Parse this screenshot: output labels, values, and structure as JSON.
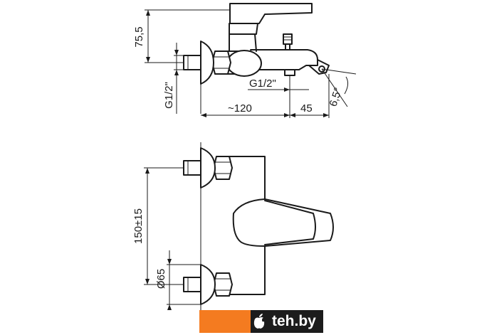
{
  "drawing": {
    "dimensions": {
      "top_height": "75,5",
      "thread_side": "G1/2\"",
      "thread_bottom": "G1/2\"",
      "length_body": "~120",
      "length_spout": "45",
      "spout_angle": "6,5°",
      "centers": "150±15",
      "flange": "Ø65"
    }
  },
  "watermark": {
    "brand": "teh",
    "tld": ".by",
    "accent_color": "#f47b20",
    "logo_icon": "apple-bite-logo-icon"
  },
  "colors": {
    "line": "#1a1a1a",
    "background": "#ffffff"
  }
}
